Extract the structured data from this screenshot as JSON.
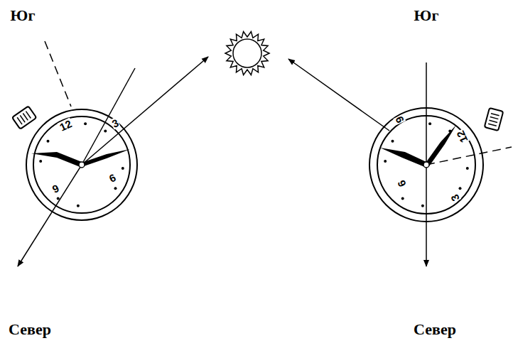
{
  "diagram": {
    "labels": [
      "Юг",
      "Юг",
      "12",
      "3",
      "6",
      "9",
      "9",
      "12",
      "3",
      "6",
      "Север",
      "Север"
    ]
  }
}
